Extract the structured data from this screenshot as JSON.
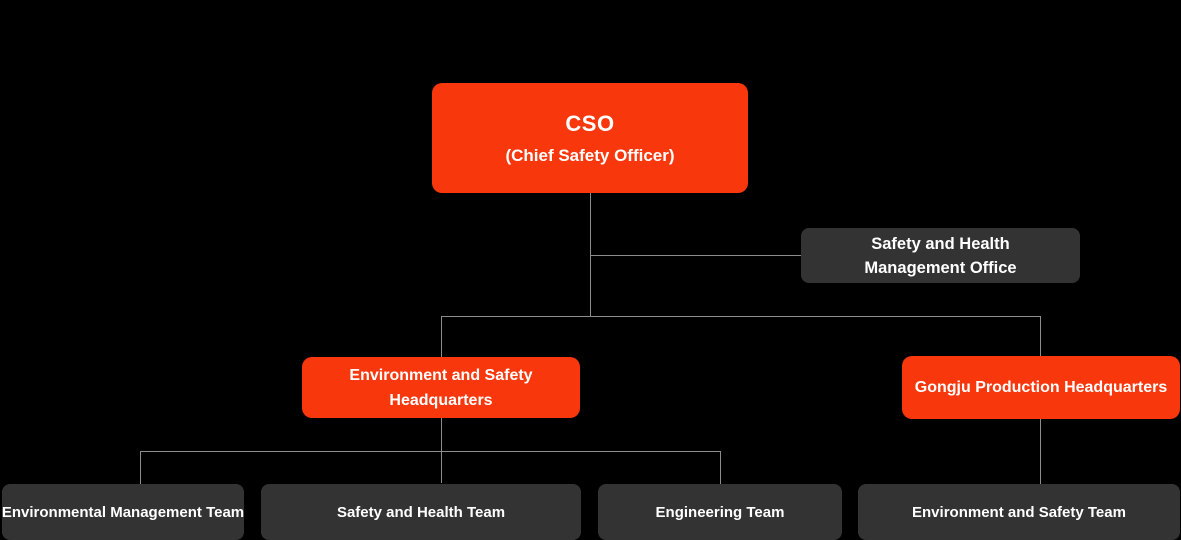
{
  "colors": {
    "background": "#000000",
    "accent_red": "#F9370D",
    "node_dark_gray": "#333333",
    "connector_gray": "#8C8C8C",
    "text_white": "#FFFFFF"
  },
  "org": {
    "root": {
      "title": "CSO",
      "subtitle": "(Chief Safety Officer)"
    },
    "staff_office": {
      "line1": "Safety and Health",
      "line2": "Management Office"
    },
    "divisions": [
      {
        "line1": "Environment and Safety",
        "line2": "Headquarters"
      },
      {
        "line1": "Gongju Production Headquarters"
      }
    ],
    "teams": [
      {
        "label": "Environmental Management Team"
      },
      {
        "label": "Safety and Health Team"
      },
      {
        "label": "Engineering Team"
      },
      {
        "label": "Environment and Safety Team"
      }
    ]
  }
}
